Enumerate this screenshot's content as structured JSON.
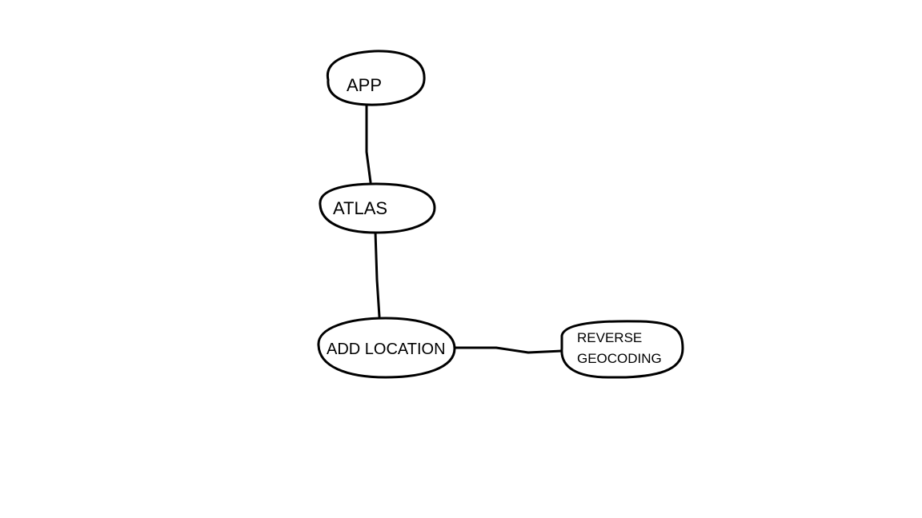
{
  "diagram": {
    "nodes": {
      "app": {
        "label": "APP"
      },
      "atlas": {
        "label": "ATLAS"
      },
      "add_location": {
        "label": "ADD LOCATION"
      },
      "reverse_geocoding": {
        "label_line1": "REVERSE",
        "label_line2": "GEOCODING"
      }
    },
    "edges": [
      {
        "from": "APP",
        "to": "ATLAS"
      },
      {
        "from": "ATLAS",
        "to": "ADD LOCATION"
      },
      {
        "from": "ADD LOCATION",
        "to": "REVERSE GEOCODING"
      }
    ],
    "colors": {
      "stroke": "#000000",
      "background": "#ffffff",
      "text": "#000000"
    }
  }
}
